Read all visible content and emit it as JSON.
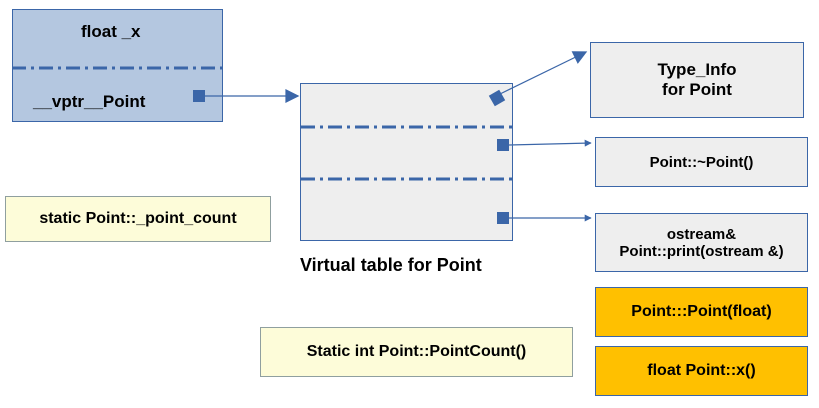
{
  "object_layout": {
    "field_1": "float _x",
    "field_2": "__vptr__Point"
  },
  "vtable": {
    "caption": "Virtual table for Point"
  },
  "type_info": {
    "line1": "Type_Info",
    "line2": "for Point"
  },
  "destructor": "Point::~Point()",
  "print_fn": {
    "line1": "ostream&",
    "line2": "Point::print(ostream &)"
  },
  "static_member": "static Point::_point_count",
  "static_fn": "Static int Point::PointCount()",
  "constructor": "Point:::Point(float)",
  "accessor": "float Point::x()",
  "colors": {
    "object_fill": "#b4c7e0",
    "border_blue": "#3b66a8",
    "grey_fill": "#eeeeee",
    "yellow_fill": "#fdfcd9",
    "orange_fill": "#ffc000"
  }
}
